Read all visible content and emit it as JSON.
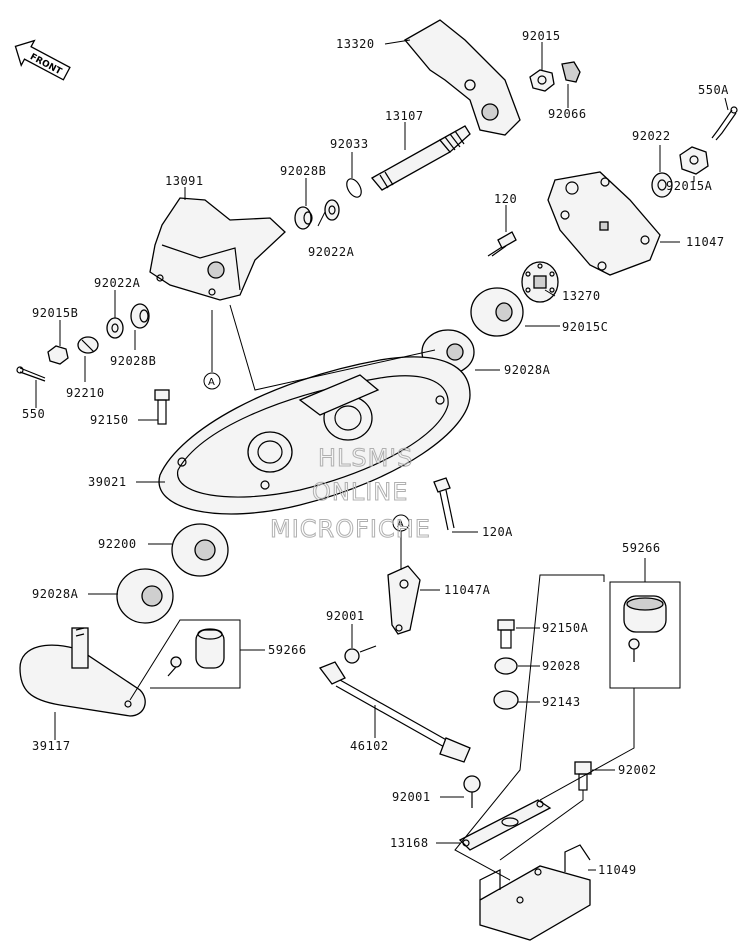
{
  "front_arrow": {
    "label": "FRONT"
  },
  "reference_marker": "A",
  "watermark": [
    "HLSM'S",
    "ONLINE",
    "MICROFICHE"
  ],
  "part_labels": [
    "13320",
    "92015",
    "92066",
    "550A",
    "13107",
    "92033",
    "92022",
    "92015A",
    "13091",
    "92028B",
    "92022A",
    "120",
    "11047",
    "13270",
    "92022A",
    "92015B",
    "92028B",
    "92015C",
    "92210",
    "92028A",
    "550",
    "92150",
    "39021",
    "120A",
    "92200",
    "59266",
    "92028A",
    "11047A",
    "92001",
    "92150A",
    "59266",
    "92028",
    "92143",
    "39117",
    "46102",
    "92002",
    "92001",
    "13168",
    "11049"
  ],
  "colors": {
    "line": "#000000",
    "watermark": "#b0b0b0",
    "background": "#ffffff"
  }
}
